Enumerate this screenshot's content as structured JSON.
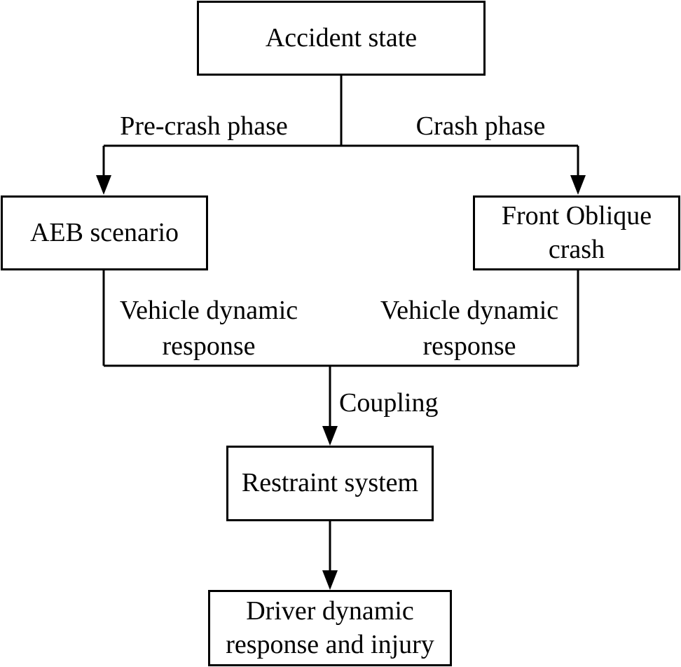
{
  "nodes": {
    "accident_state": "Accident state",
    "aeb_scenario": "AEB scenario",
    "front_oblique_line1": "Front Oblique",
    "front_oblique_line2": "crash",
    "restraint_system": "Restraint system",
    "driver_line1": "Driver dynamic",
    "driver_line2": "response and injury"
  },
  "edges": {
    "pre_crash": "Pre-crash phase",
    "crash_phase": "Crash phase",
    "vdr_left_line1": "Vehicle dynamic",
    "vdr_left_line2": "response",
    "vdr_right_line1": "Vehicle dynamic",
    "vdr_right_line2": "response",
    "coupling": "Coupling"
  }
}
